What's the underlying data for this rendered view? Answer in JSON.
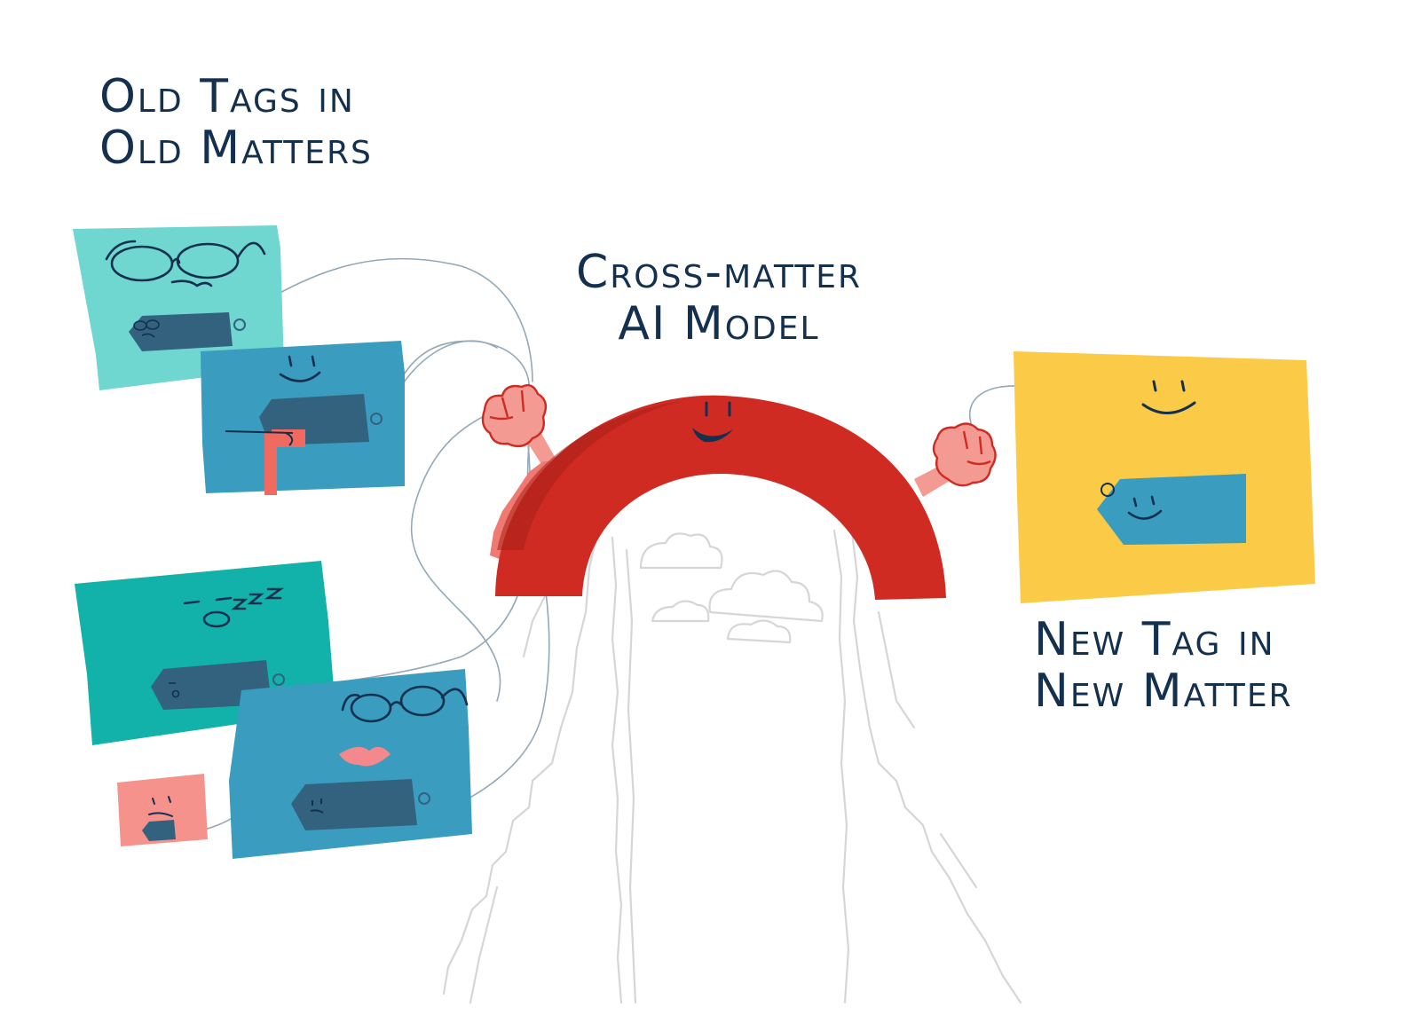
{
  "labels": {
    "old": {
      "line1": "Old Tags in",
      "line2": "Old Matters"
    },
    "model": {
      "line1": "Cross-matter",
      "line2": "AI Model"
    },
    "new": {
      "line1": "New Tag in",
      "line2": "New Matter"
    }
  },
  "icons": [
    "tag-icon",
    "card-face",
    "arch-character",
    "fist-icon",
    "cliff-outline",
    "cloud-outline"
  ],
  "colors": {
    "text": "#14304f",
    "teal_light": "#6fd6d0",
    "blue": "#3a9cbe",
    "teal_dark": "#12b2aa",
    "pink": "#f6928c",
    "tag_slate": "#33627e",
    "arch_red": "#cf2b22",
    "arm_pink": "#f39a93",
    "card_yellow": "#fbcb47",
    "cliff_grey": "#d8d8d8"
  }
}
